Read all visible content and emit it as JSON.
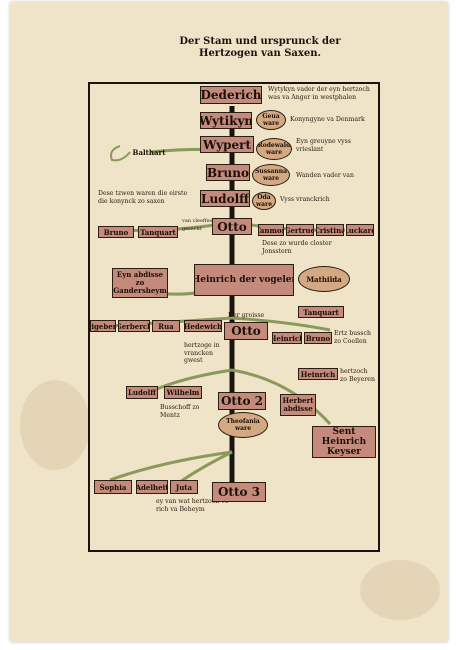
{
  "title": {
    "line1": "Der Stam und ursprunck der",
    "line2": "Hertzogen van Saxen."
  },
  "boxes": {
    "dederich": "Dederich",
    "wytykyn": "Wytikyn",
    "geua": "Geua ware",
    "wypert": "Wypert",
    "rodewald": "Rodewald ware",
    "balthart": "Balthart",
    "bruno": "Bruno",
    "sussanna": "Sussanna ware",
    "ludolff": "Ludolff",
    "oda": "Oda ware",
    "bruno2": "Bruno",
    "tanquart": "Tanquart",
    "bruncklaus": "van cleeffes gesecht",
    "otto": "Otto",
    "tanmon": "Tanmon",
    "gertrud": "Gertrud",
    "cristina": "Cristina",
    "luckard": "Luckard",
    "ayn_abdisse": "Eyn abdisse zo Gandersheym",
    "heinrich": "Heinrich der vogeler",
    "mathild": "Mathilda",
    "sigebert": "Sigebert",
    "gerberch": "Gerberch",
    "rua": "Rua",
    "hedewich": "Hedewich",
    "otto_grosse": "Otto",
    "heinrich2": "Heinrich",
    "bruno3": "Bruno",
    "tanquart2": "Tanquart",
    "ludolff2": "Ludolff",
    "wilhelm": "Wilhelm",
    "otto2": "Otto 2",
    "heinrich3": "Heinrich",
    "herbert": "Herbert abdisse",
    "theofania": "Theofania ware",
    "sent_heinrich": "Sent Heinrich Keyser",
    "sophia": "Sophia",
    "adelheit": "Adelheit",
    "juta": "Juta",
    "otto3": "Otto 3"
  },
  "notes": {
    "n_dederich": "Wytykyn vader der eyn hertzoch was va Anger in westphalen",
    "n_geua": "Konyngyne va Denmark",
    "n_rodewald": "Eyn greuyne vyss vrieslant",
    "n_sussanna": "Wanden vader van",
    "n_ludolff": "Dese tzwen waren die eirste die konynck zo saxen",
    "n_oda": "Vyss vranckrich",
    "n_dese": "Dese zo wurde closter Jonsstern",
    "n_heinrich": "Der groisse",
    "n_otto_grosse": "Ertz bussch zo Coellen",
    "n_hedewich": "hertzoge in vrancken gwest",
    "n_heinrich3": "hertzoch zo Beyeren",
    "n_bussch": "Busschoff zo Mentz",
    "n_juta": "ey van wat hertzoch ve",
    "n_juta2": "rich va Beheym"
  }
}
